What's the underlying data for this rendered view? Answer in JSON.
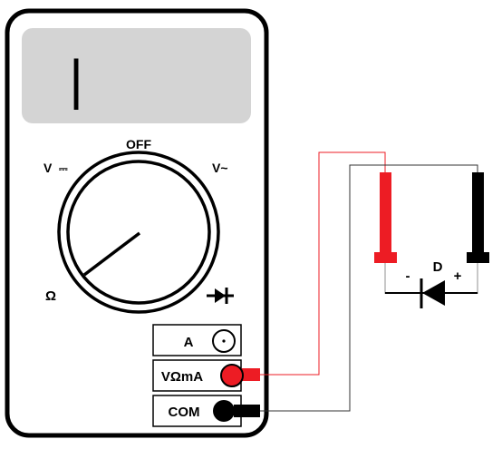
{
  "display": {
    "reading": "|"
  },
  "dial": {
    "off_label": "OFF",
    "dc_volt_label": "V",
    "dc_symbol": "⎓",
    "ac_volt_label": "V~",
    "ohm_label": "Ω",
    "diode_symbol_name": "diode-icon"
  },
  "jacks": {
    "amp_label": "A",
    "vohm_label": "VΩmA",
    "com_label": "COM"
  },
  "circuit": {
    "diode_label": "D",
    "minus_label": "-",
    "plus_label": "+"
  },
  "colors": {
    "case": "#ffffff",
    "outline": "#000000",
    "lcd": "#d4d4d4",
    "red_probe": "#ed1c24",
    "black_probe": "#000000",
    "red_wire": "#ed1c24",
    "black_wire": "#333333"
  }
}
